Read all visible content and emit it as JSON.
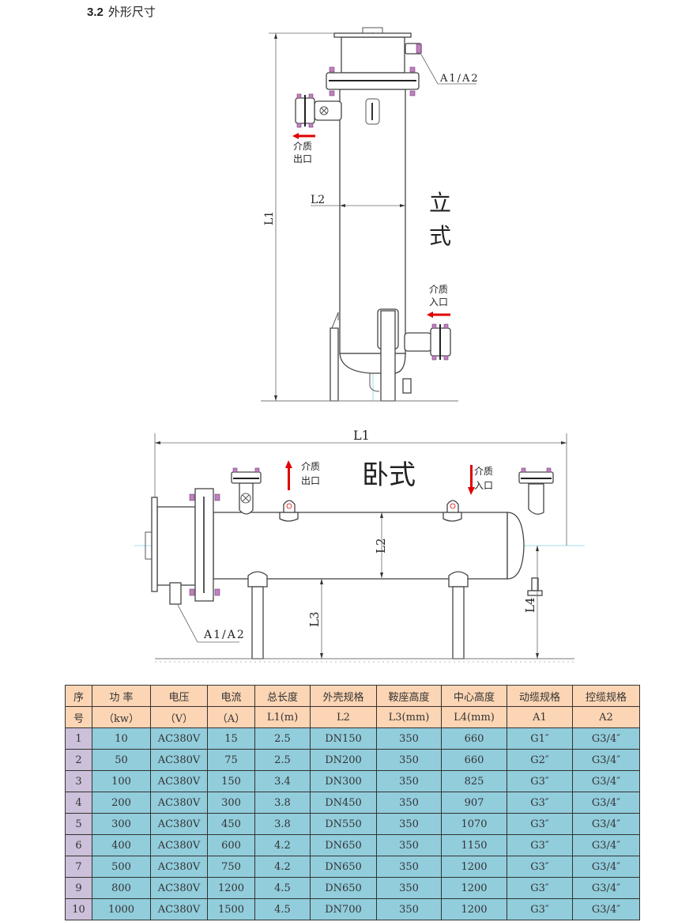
{
  "heading": {
    "number": "3.2",
    "title": "外形尺寸"
  },
  "vertical_drawing": {
    "title_chars": [
      "立",
      "式"
    ],
    "dim_l1": "L1",
    "dim_l2": "L2",
    "outlet_label": [
      "介质",
      "出口"
    ],
    "inlet_label": [
      "介质",
      "入口"
    ],
    "connector_label": "A1/A2"
  },
  "horizontal_drawing": {
    "title": "卧式",
    "dim_l1": "L1",
    "dim_l2": "L2",
    "dim_l3": "L3",
    "dim_l4": "L4",
    "outlet_label": [
      "介质",
      "出口"
    ],
    "inlet_label": [
      "介质",
      "入口"
    ],
    "connector_label": "A1/A2"
  },
  "colors": {
    "header": "#fcd5b4",
    "index_col": "#ccc0da",
    "body": "#92cddc",
    "arrow": "#e00000"
  },
  "table": {
    "header_top": [
      "序",
      "功 率",
      "电压",
      "电流",
      "总长度",
      "外壳规格",
      "鞍座高度",
      "中心高度",
      "动缆规格",
      "控缆规格"
    ],
    "header_bottom": [
      "号",
      "（kw）",
      "（V）",
      "（A）",
      "L1(m)",
      "L2",
      "L3(mm)",
      "L4(mm)",
      "A1",
      "A2"
    ],
    "rows": [
      [
        "1",
        "10",
        "AC380V",
        "15",
        "2.5",
        "DN150",
        "350",
        "660",
        "G1″",
        "G3/4″"
      ],
      [
        "2",
        "50",
        "AC380V",
        "75",
        "2.5",
        "DN200",
        "350",
        "660",
        "G2″",
        "G3/4″"
      ],
      [
        "3",
        "100",
        "AC380V",
        "150",
        "3.4",
        "DN300",
        "350",
        "825",
        "G3″",
        "G3/4″"
      ],
      [
        "4",
        "200",
        "AC380V",
        "300",
        "3.8",
        "DN450",
        "350",
        "907",
        "G3″",
        "G3/4″"
      ],
      [
        "5",
        "300",
        "AC380V",
        "450",
        "3.8",
        "DN550",
        "350",
        "1070",
        "G3″",
        "G3/4″"
      ],
      [
        "6",
        "400",
        "AC380V",
        "600",
        "4.2",
        "DN650",
        "350",
        "1150",
        "G3″",
        "G3/4″"
      ],
      [
        "7",
        "500",
        "AC380V",
        "750",
        "4.2",
        "DN650",
        "350",
        "1200",
        "G3″",
        "G3/4″"
      ],
      [
        "9",
        "800",
        "AC380V",
        "1200",
        "4.5",
        "DN650",
        "350",
        "1200",
        "G3″",
        "G3/4″"
      ],
      [
        "10",
        "1000",
        "AC380V",
        "1500",
        "4.5",
        "DN700",
        "350",
        "1200",
        "G3″",
        "G3/4″"
      ]
    ]
  }
}
